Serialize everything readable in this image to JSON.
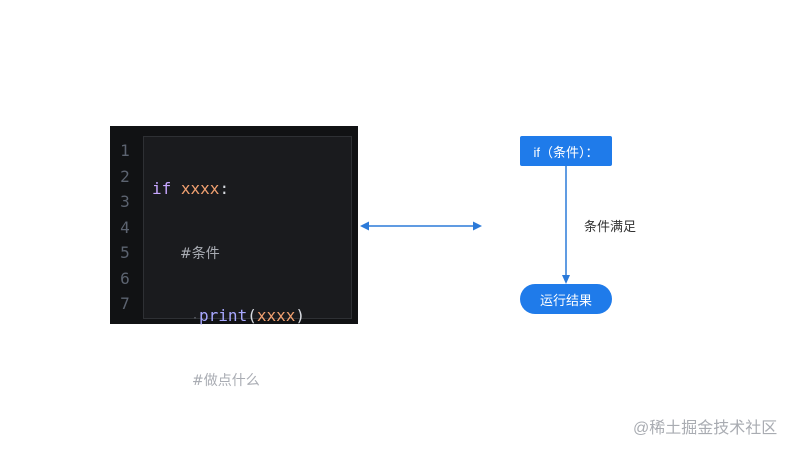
{
  "editor": {
    "line_numbers": [
      "1",
      "2",
      "3",
      "4",
      "5",
      "6",
      "7"
    ],
    "code": {
      "line1": {
        "keyword": "if",
        "var": "xxxx",
        "colon": ":"
      },
      "line2": {
        "comment": "#条件"
      },
      "line3": {
        "dot": "·",
        "func": "print",
        "open": "(",
        "arg": "xxxx",
        "close": ")"
      },
      "line4": {
        "comment": "#做点什么"
      }
    }
  },
  "flowchart": {
    "start_node": "if（条件）：",
    "edge_label": "条件满足",
    "end_node": "运行结果"
  },
  "watermark": "@稀土掘金技术社区",
  "colors": {
    "node_blue": "#1f7bea",
    "arrow_blue": "#2b7ad9",
    "editor_bg": "#111214"
  }
}
